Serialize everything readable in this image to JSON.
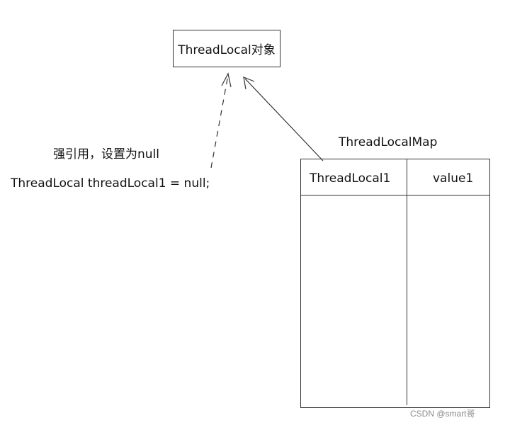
{
  "object_box": {
    "label": "ThreadLocal对象"
  },
  "map": {
    "title": "ThreadLocalMap",
    "header": {
      "key": "ThreadLocal1",
      "value": "value1"
    }
  },
  "annotations": {
    "note": "强引用，设置为null",
    "code": "ThreadLocal threadLocal1 = null;"
  },
  "watermark": "CSDN @smart哥",
  "colors": {
    "line": "#333333",
    "text": "#111111",
    "watermark": "#8c8c8c"
  }
}
